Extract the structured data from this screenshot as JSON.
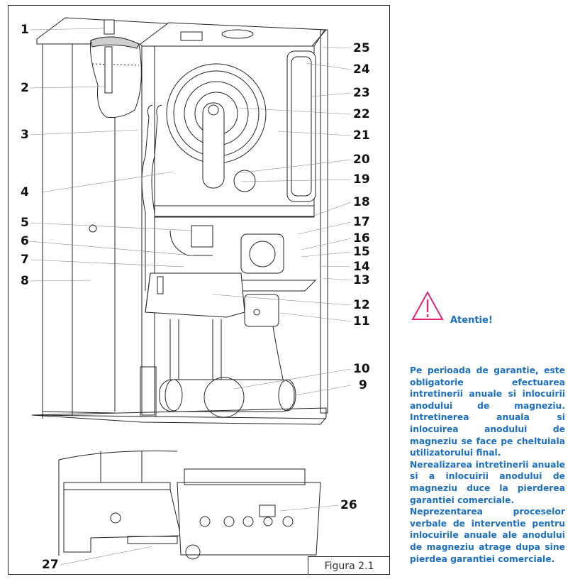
{
  "figure": {
    "caption": "Figura 2.1",
    "callouts": [
      {
        "id": "1",
        "label": "1"
      },
      {
        "id": "2",
        "label": "2"
      },
      {
        "id": "3",
        "label": "3"
      },
      {
        "id": "4",
        "label": "4"
      },
      {
        "id": "5",
        "label": "5"
      },
      {
        "id": "6",
        "label": "6"
      },
      {
        "id": "7",
        "label": "7"
      },
      {
        "id": "8",
        "label": "8"
      },
      {
        "id": "9",
        "label": "9"
      },
      {
        "id": "10",
        "label": "10"
      },
      {
        "id": "11",
        "label": "11"
      },
      {
        "id": "12",
        "label": "12"
      },
      {
        "id": "13",
        "label": "13"
      },
      {
        "id": "14",
        "label": "14"
      },
      {
        "id": "15",
        "label": "15"
      },
      {
        "id": "16",
        "label": "16"
      },
      {
        "id": "17",
        "label": "17"
      },
      {
        "id": "18",
        "label": "18"
      },
      {
        "id": "19",
        "label": "19"
      },
      {
        "id": "20",
        "label": "20"
      },
      {
        "id": "21",
        "label": "21"
      },
      {
        "id": "22",
        "label": "22"
      },
      {
        "id": "23",
        "label": "23"
      },
      {
        "id": "24",
        "label": "24"
      },
      {
        "id": "25",
        "label": "25"
      },
      {
        "id": "26",
        "label": "26"
      },
      {
        "id": "27",
        "label": "27"
      }
    ]
  },
  "warning": {
    "icon": "warning-triangle-icon",
    "title": "Atentie!",
    "paragraphs": [
      "Pe perioada de garantie, este obligatorie efectuarea intretinerii anuale si inlocuirii anodului de magneziu. Intretinerea anuala si inlocuirea anodului de magneziu se face pe cheltuiala utilizatorului final.",
      "Nerealizarea intretinerii anuale si a inlocuirii anodului de magneziu duce la pierderea garantiei comerciale.",
      "Neprezentarea proceselor verbale de interventie pentru inlocuirile anuale ale anodului de magneziu atrage dupa sine pierdea garantiei comerciale."
    ],
    "colors": {
      "icon": "#e0267d",
      "text": "#1b6fc4"
    }
  }
}
